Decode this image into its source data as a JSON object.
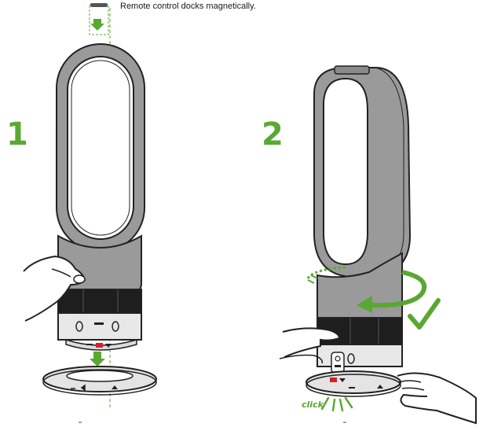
{
  "caption": "Remote control docks magnetically.",
  "steps": [
    {
      "number": "1"
    },
    {
      "number": "2"
    }
  ],
  "click_label": "click",
  "colors": {
    "accent_green": "#5aa832",
    "remote_red": "#d81f26",
    "body_grey": "#9a9a9a",
    "dark_band": "#1e1e1e",
    "light_base": "#e4e4e4"
  }
}
